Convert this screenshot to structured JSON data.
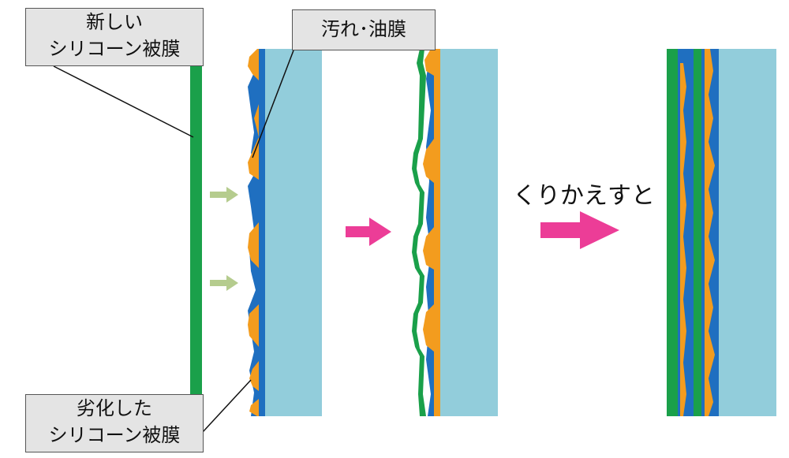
{
  "labels": {
    "new_coating": {
      "line1": "新しい",
      "line2": "シリコーン被膜"
    },
    "dirt_oil_film": "汚れ･油膜",
    "degraded_coating": {
      "line1": "劣化した",
      "line2": "シリコーン被膜"
    },
    "repeat_caption": "くりかえすと"
  },
  "colors": {
    "glass": "#92cddb",
    "oil_film": "#1f6fc0",
    "dirt": "#f39c1e",
    "silicone": "#1aa04a",
    "arrow_small": "#b5cc8e",
    "arrow_main": "#ec3d97",
    "callout_fill": "#e4e4e4",
    "callout_border": "#555555"
  }
}
